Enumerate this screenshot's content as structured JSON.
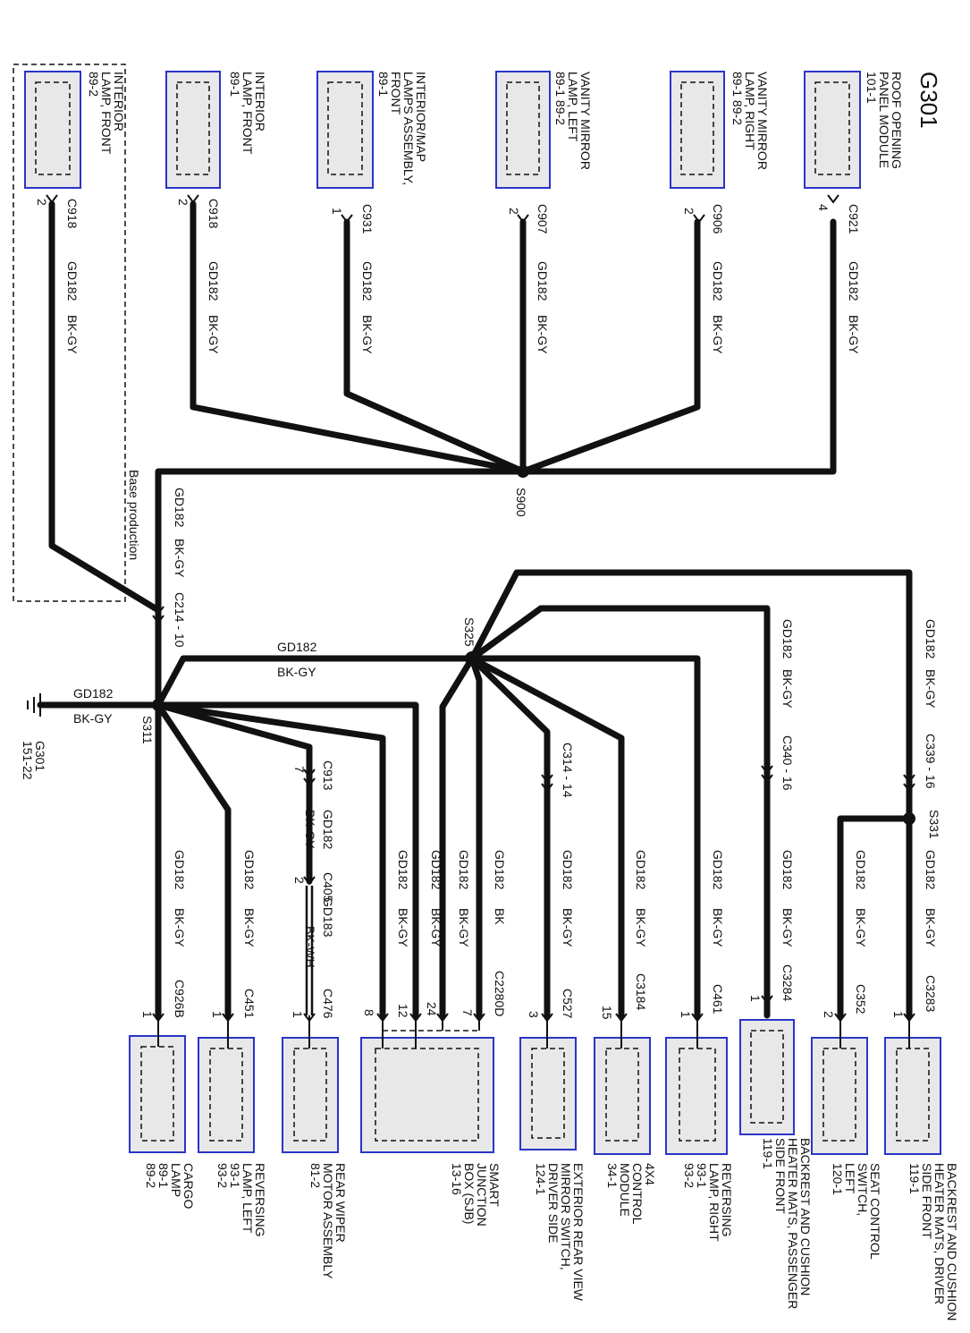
{
  "title": "G301",
  "boundary_label": "Base production",
  "ground": {
    "name": "G301",
    "ref": "151-22"
  },
  "splices": [
    "S900",
    "S325",
    "S311",
    "S331"
  ],
  "top_components": [
    {
      "id": "roof",
      "lines": [
        "ROOF OPENING",
        "PANEL MODULE",
        "101-1"
      ],
      "connector": "C921",
      "pin": "4"
    },
    {
      "id": "vanity-right",
      "lines": [
        "VANITY MIRROR",
        "LAMP, RIGHT",
        "89-1   89-2"
      ],
      "connector": "C906",
      "pin": "2"
    },
    {
      "id": "vanity-left",
      "lines": [
        "VANITY MIRROR",
        "LAMP, LEFT",
        "89-1   89-2"
      ],
      "connector": "C907",
      "pin": "2"
    },
    {
      "id": "map-lamps",
      "lines": [
        "INTERIOR/MAP",
        "LAMPS ASSEMBLY,",
        "FRONT",
        "89-1"
      ],
      "connector": "C931",
      "pin": "1"
    },
    {
      "id": "interior-front",
      "lines": [
        "INTERIOR",
        "LAMP, FRONT",
        "89-1"
      ],
      "connector": "C918",
      "pin": "2"
    },
    {
      "id": "interior-front-base",
      "lines": [
        "INTERIOR",
        "LAMP, FRONT",
        "89-2"
      ],
      "connector": "C918",
      "pin": "2"
    }
  ],
  "bottom_components": [
    {
      "id": "backrest-driver",
      "lines": [
        "BACKREST AND CUSHION",
        "HEATER MATS, DRIVER",
        "SIDE FRONT",
        "119-1"
      ],
      "connector": "C3283",
      "pin": "1"
    },
    {
      "id": "seat-control",
      "lines": [
        "SEAT CONTROL",
        "SWITCH,",
        "LEFT",
        "120-1"
      ],
      "connector": "C352",
      "pin": "2"
    },
    {
      "id": "backrest-passenger",
      "lines": [
        "BACKREST AND CUSHION",
        "HEATER MATS, PASSENGER",
        "SIDE FRONT",
        "119-1"
      ],
      "connector": "C3284",
      "pin": "1"
    },
    {
      "id": "reversing-right",
      "lines": [
        "REVERSING",
        "LAMP, RIGHT",
        "93-1",
        "93-2"
      ],
      "connector": "C461",
      "pin": "1"
    },
    {
      "id": "4x4-module",
      "lines": [
        "4X4",
        "CONTROL",
        "MODULE",
        "34-1"
      ],
      "connector": "C3184",
      "pin": "15"
    },
    {
      "id": "mirror-switch",
      "lines": [
        "EXTERIOR REAR VIEW",
        "MIRROR SWITCH,",
        "DRIVER SIDE",
        "124-1"
      ],
      "connector": "C527",
      "pin": "3"
    },
    {
      "id": "sjb",
      "lines": [
        "SMART",
        "JUNCTION",
        "BOX (SJB)",
        "13-16"
      ],
      "connector": "C2280D",
      "pins": [
        "7",
        "24",
        "12",
        "8"
      ]
    },
    {
      "id": "rear-wiper",
      "lines": [
        "REAR WIPER",
        "MOTOR ASSEMBLY",
        "81-2"
      ],
      "connector": "C476",
      "pin": "1"
    },
    {
      "id": "reversing-left",
      "lines": [
        "REVERSING",
        "LAMP, LEFT",
        "93-1",
        "93-2"
      ],
      "connector": "C451",
      "pin": "1"
    },
    {
      "id": "cargo",
      "lines": [
        "CARGO",
        "LAMP",
        "89-1",
        "89-2"
      ],
      "connector": "C926B",
      "pin": "1"
    }
  ],
  "inline_connectors": [
    {
      "id": "c214",
      "label": "C214  -  10"
    },
    {
      "id": "c339",
      "label": "C339  -  16"
    },
    {
      "id": "c340",
      "label": "C340  -  16"
    },
    {
      "id": "c314",
      "label": "C314  -  14"
    },
    {
      "id": "c913",
      "label": "C913",
      "pin": "7"
    },
    {
      "id": "c405",
      "label": "C405",
      "pin": "2"
    }
  ],
  "wires": {
    "gd182": "GD182",
    "gd183": "GD183",
    "bk_gy": "BK-GY",
    "bk_wh": "BK-WH",
    "bk": "BK"
  },
  "colors": {
    "wire": "#111111",
    "component_border": "#2a35c8",
    "component_fill": "#e8e8e8"
  }
}
